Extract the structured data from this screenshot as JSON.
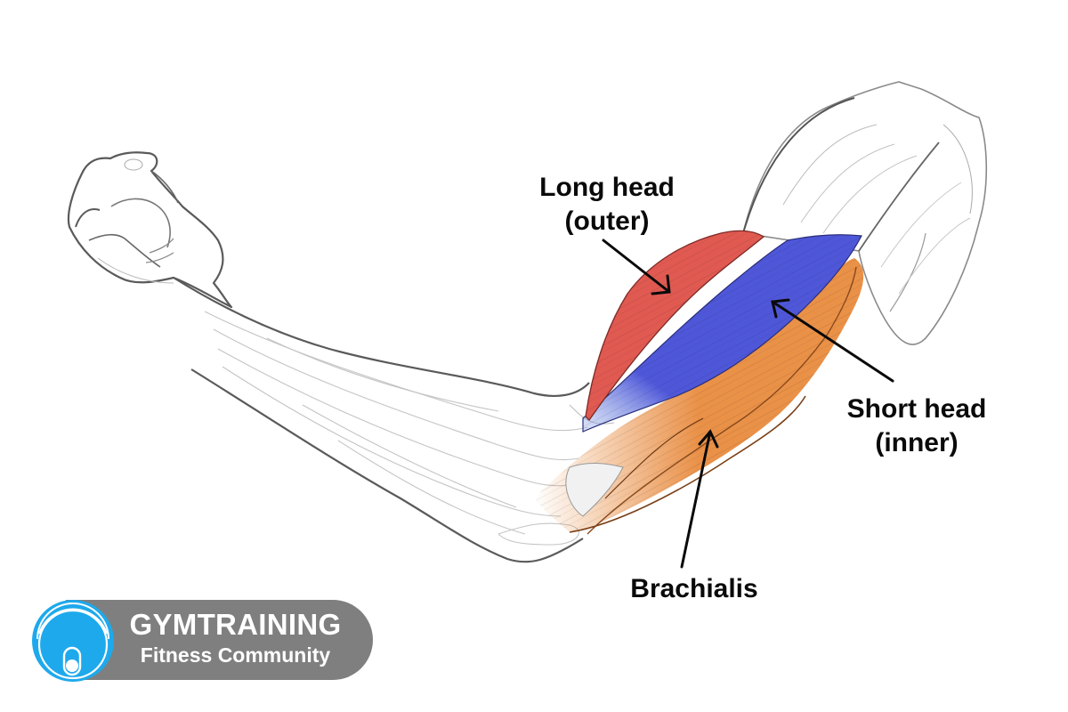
{
  "diagram": {
    "subject": "Flexed arm muscle anatomy",
    "labels": {
      "long_head": {
        "line1": "Long head",
        "line2": "(outer)",
        "color": "#e05a52"
      },
      "short_head": {
        "line1": "Short head",
        "line2": "(inner)",
        "color": "#4f57d9"
      },
      "brachialis": {
        "line1": "Brachialis",
        "color": "#ea9148"
      }
    },
    "colors": {
      "outline": "#5a5a5a",
      "sketch": "#b5b5b5",
      "arrow": "#0a0a0a"
    }
  },
  "brand": {
    "title": "GYMTRAINING",
    "subtitle": "Fitness Community",
    "logo_icon": "weight-plate-icon",
    "logo_color": "#1ea9ec",
    "pill_color": "#7f7f7f"
  }
}
